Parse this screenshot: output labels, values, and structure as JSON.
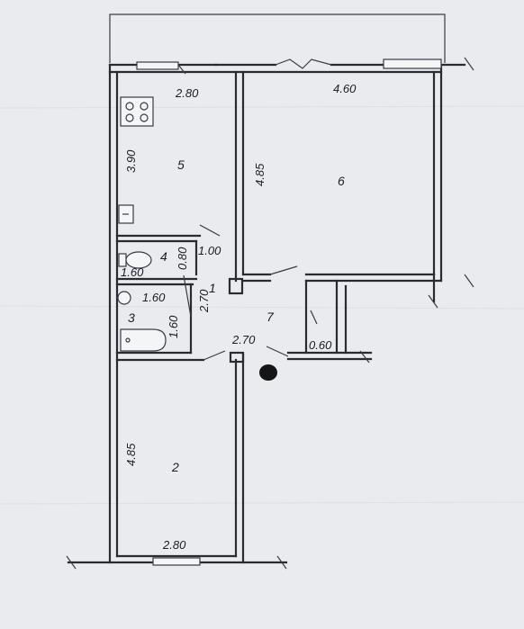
{
  "rooms": {
    "r1": "1",
    "r2": "2",
    "r3": "3",
    "r4": "4",
    "r5": "5",
    "r6": "6",
    "r7": "7"
  },
  "dimensions": {
    "kitchen_width": "2.80",
    "kitchen_length": "3.90",
    "room6_width": "4.60",
    "room6_length": "4.85",
    "wc_width": "1.60",
    "wc_depth": "0.80",
    "wc_door": "1.00",
    "bath_width": "1.60",
    "bath_depth": "1.60",
    "corridor_length": "2.70",
    "hall_width": "2.70",
    "closet_width": "0.60",
    "room2_length": "4.85",
    "room2_width": "2.80"
  },
  "colors": {
    "paper": "#e9ebee",
    "ink": "#2a2a33"
  }
}
